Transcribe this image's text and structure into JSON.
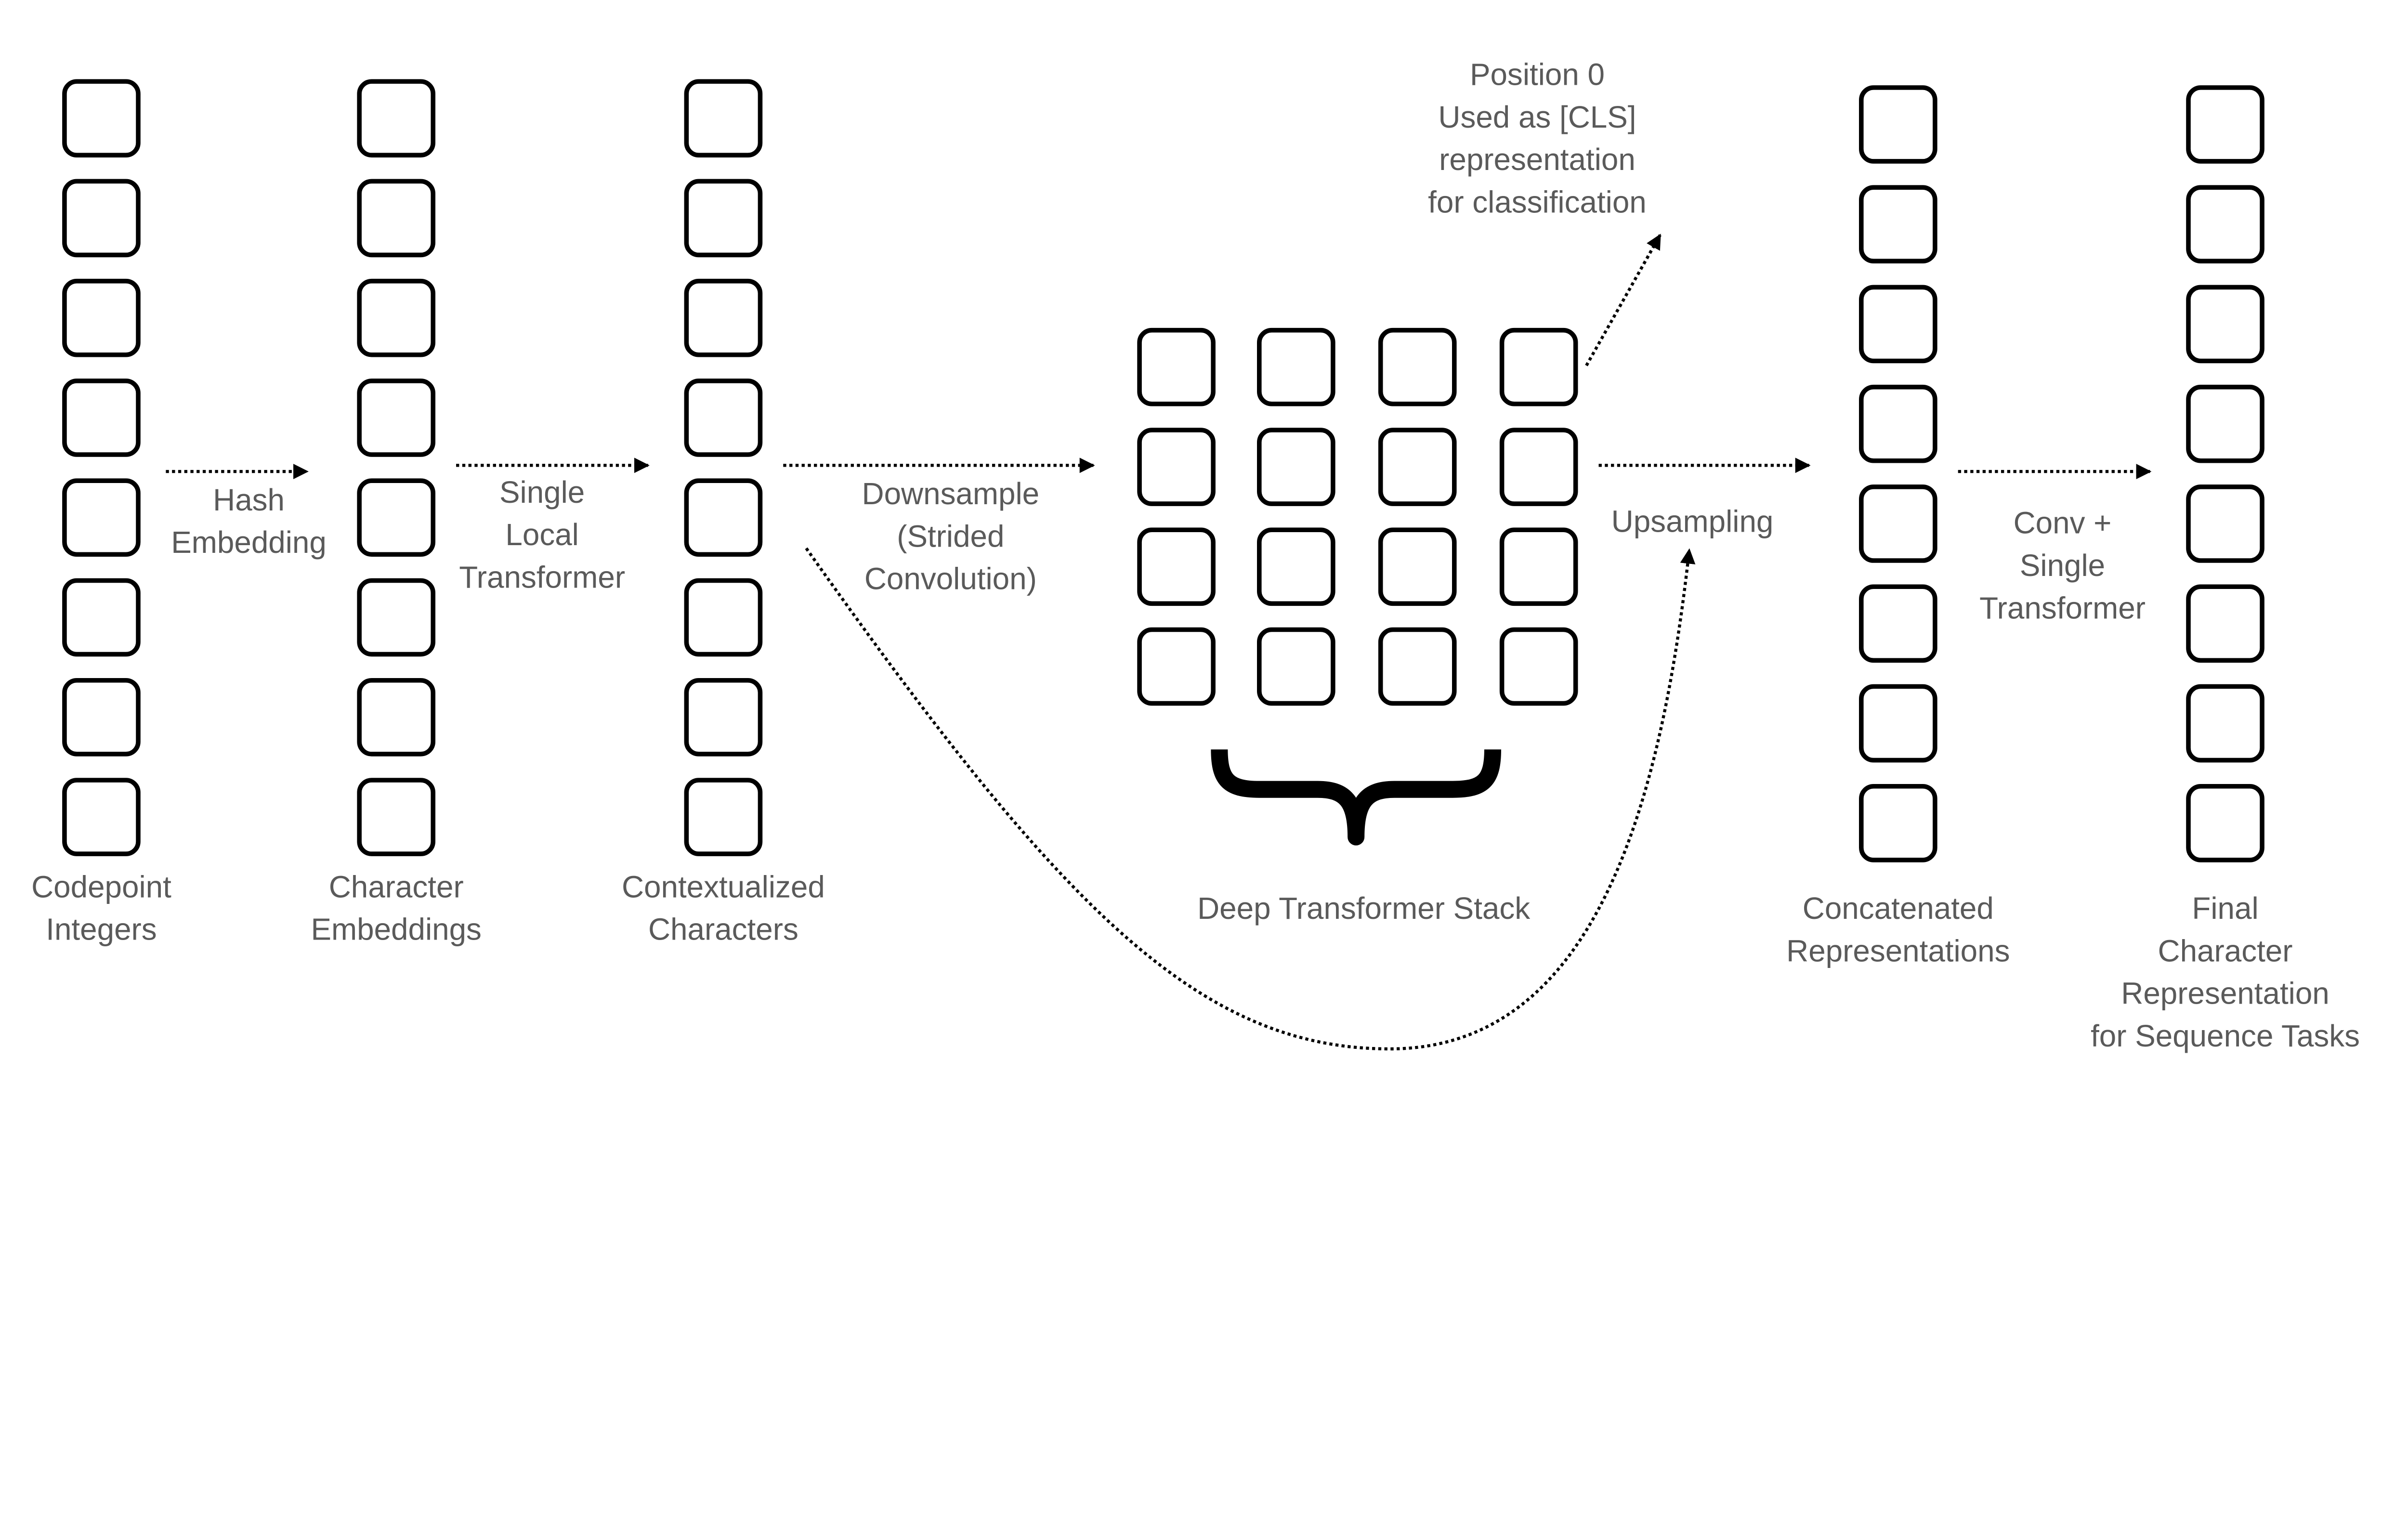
{
  "labels": {
    "hash_embedding": [
      "Hash",
      "Embedding"
    ],
    "single_local_transformer": [
      "Single",
      "Local",
      "Transformer"
    ],
    "downsample": [
      "Downsample",
      "(Strided",
      "Convolution)"
    ],
    "upsampling": [
      "Upsampling"
    ],
    "conv_single_transformer": [
      "Conv +",
      "Single",
      "Transformer"
    ],
    "position0": [
      "Position 0",
      "Used as [CLS]",
      "representation",
      "for classification"
    ],
    "codepoint_integers": [
      "Codepoint",
      "Integers"
    ],
    "character_embeddings": [
      "Character",
      "Embeddings"
    ],
    "contextualized_characters": [
      "Contextualized",
      "Characters"
    ],
    "deep_transformer_stack": [
      "Deep Transformer Stack"
    ],
    "concatenated_representations": [
      "Concatenated",
      "Representations"
    ],
    "final_character_representation": [
      "Final",
      "Character",
      "Representation",
      "for Sequence Tasks"
    ]
  },
  "colors": {
    "stroke": "#000000",
    "text": "#5a5a5a"
  }
}
